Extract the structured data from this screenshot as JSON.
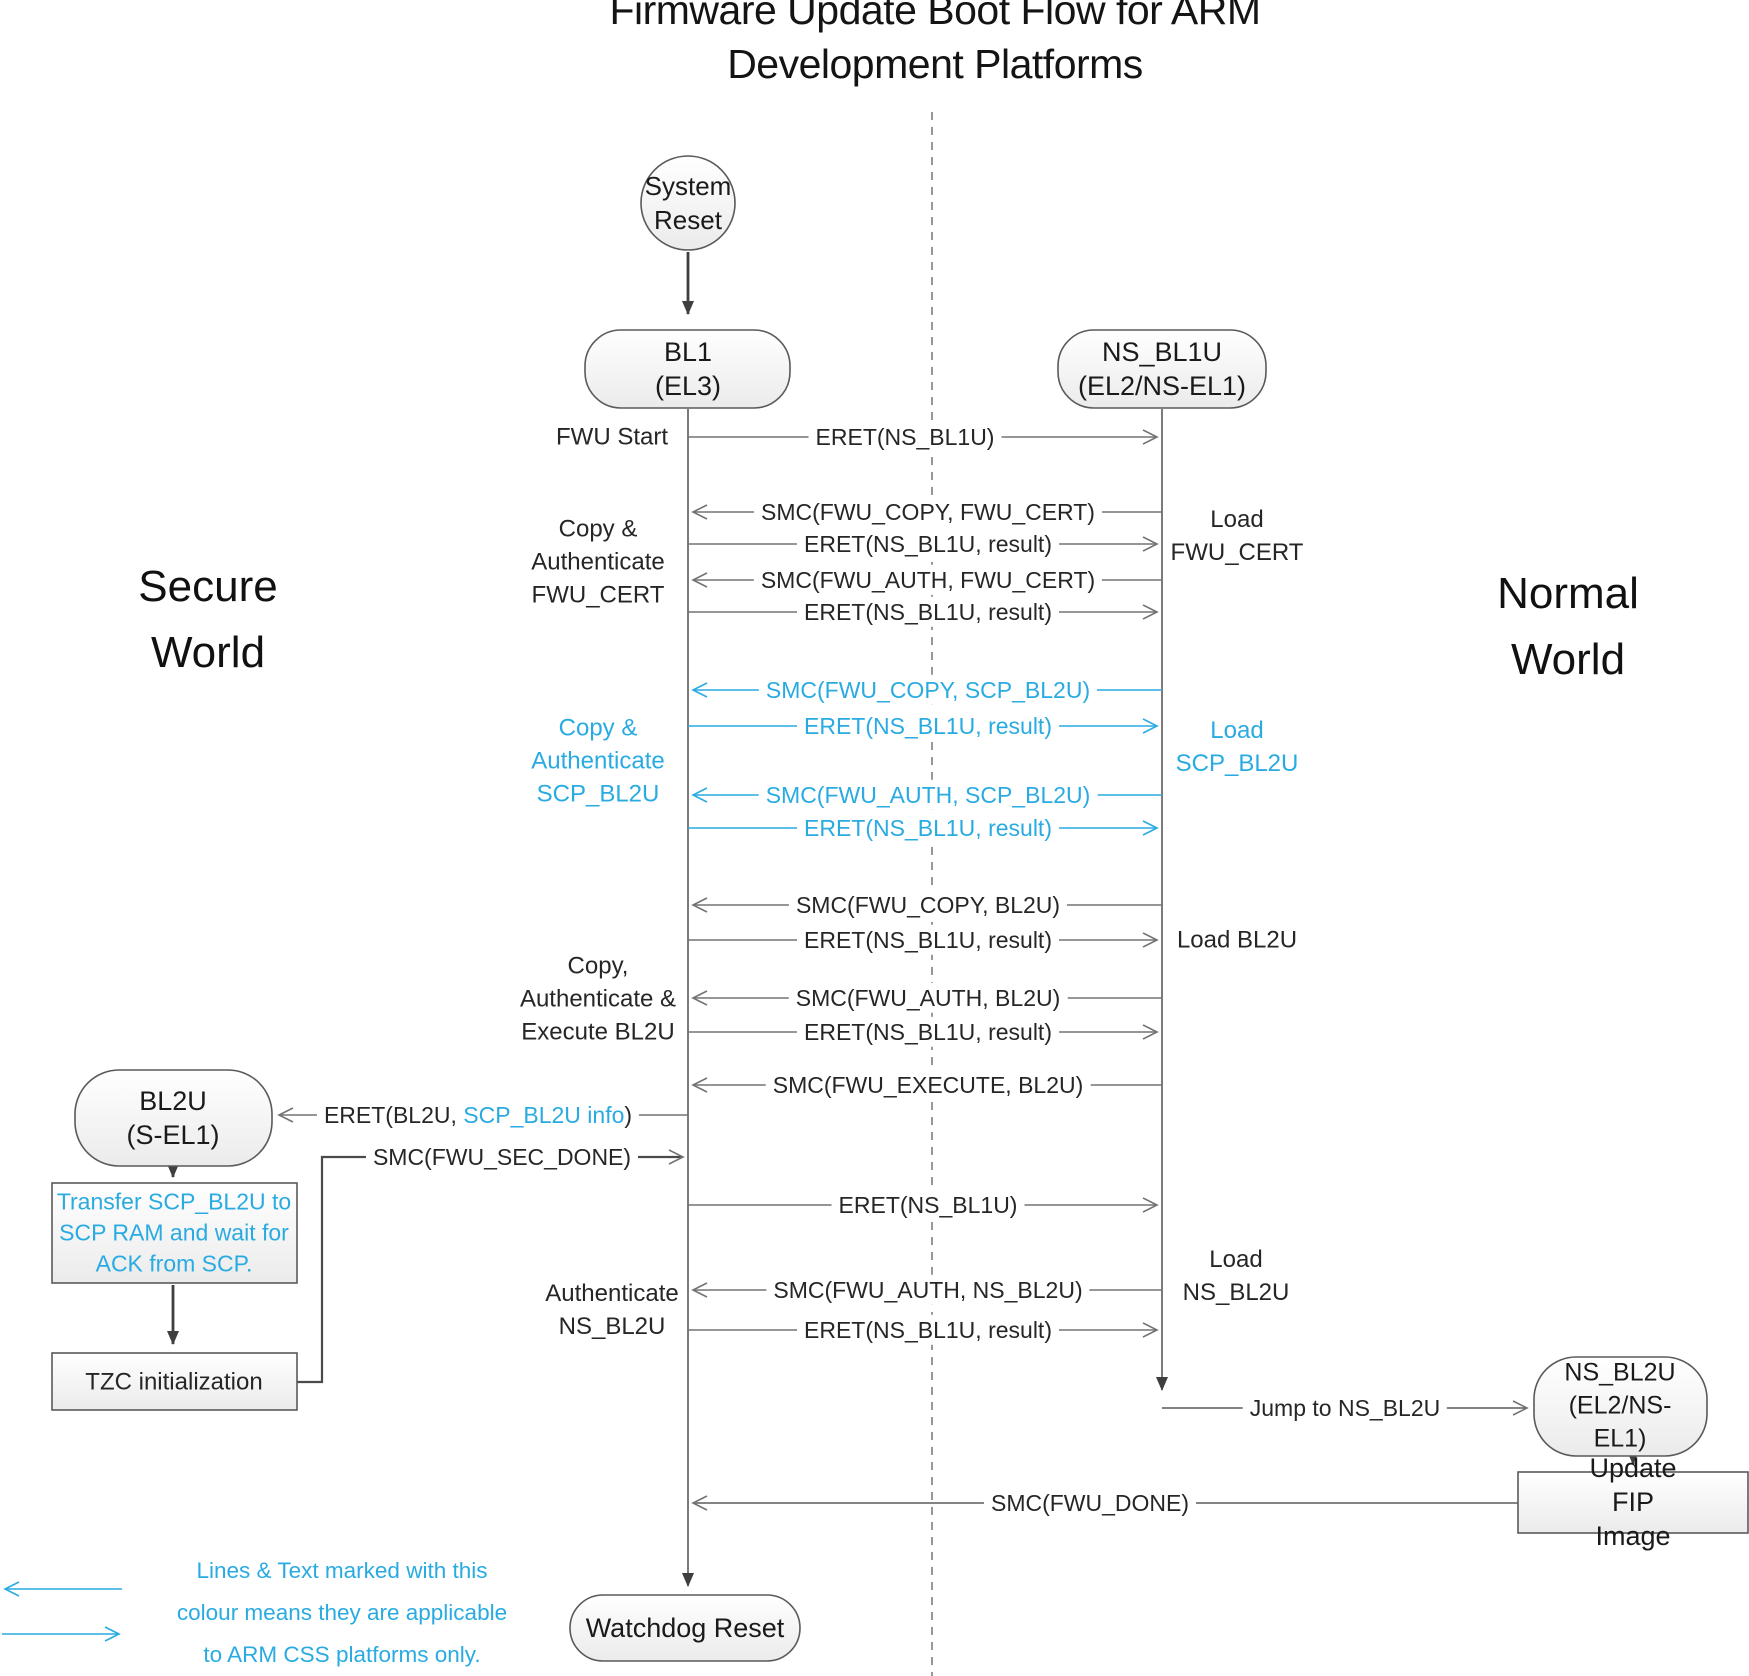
{
  "title": "Firmware Update Boot Flow for ARM Development Platforms",
  "worlds": {
    "secure": "Secure\nWorld",
    "normal": "Normal\nWorld"
  },
  "nodes": {
    "system_reset": "System\nReset",
    "bl1": "BL1\n(EL3)",
    "ns_bl1u": "NS_BL1U\n(EL2/NS-EL1)",
    "bl2u": "BL2U\n(S-EL1)",
    "ns_bl2u": "NS_BL2U\n(EL2/NS-EL1)",
    "transfer_scp": "Transfer SCP_BL2U to\nSCP RAM and wait for\nACK from SCP.",
    "tzc_init": "TZC initialization",
    "update_fip": "Update FIP Image",
    "watchdog_reset": "Watchdog Reset"
  },
  "messages": [
    {
      "label": "ERET(NS_BL1U)"
    },
    {
      "label": "SMC(FWU_COPY, FWU_CERT)"
    },
    {
      "label": "ERET(NS_BL1U, result)"
    },
    {
      "label": "SMC(FWU_AUTH, FWU_CERT)"
    },
    {
      "label": "ERET(NS_BL1U, result)"
    },
    {
      "label": "SMC(FWU_COPY, SCP_BL2U)"
    },
    {
      "label": "ERET(NS_BL1U, result)"
    },
    {
      "label": "SMC(FWU_AUTH, SCP_BL2U)"
    },
    {
      "label": "ERET(NS_BL1U, result)"
    },
    {
      "label": "SMC(FWU_COPY, BL2U)"
    },
    {
      "label": "ERET(NS_BL1U, result)"
    },
    {
      "label": "SMC(FWU_AUTH, BL2U)"
    },
    {
      "label": "ERET(NS_BL1U, result)"
    },
    {
      "label": "SMC(FWU_EXECUTE, BL2U)"
    },
    {
      "label": "ERET(NS_BL1U)"
    },
    {
      "label": "SMC(FWU_AUTH, NS_BL2U)"
    },
    {
      "label": "ERET(NS_BL1U, result)"
    }
  ],
  "special": {
    "eret_bl2u_pre": "ERET(BL2U, ",
    "eret_bl2u_cyan": "SCP_BL2U info",
    "eret_bl2u_post": ")",
    "smc_sec_done": "SMC(FWU_SEC_DONE)",
    "jump_ns_bl2u": "Jump to NS_BL2U",
    "smc_fwu_done": "SMC(FWU_DONE)"
  },
  "side_labels": {
    "fwu_start": "FWU Start",
    "copy_auth_fwu_cert": "Copy &\nAuthenticate\nFWU_CERT",
    "load_fwu_cert": "Load\nFWU_CERT",
    "copy_auth_scp_bl2u": "Copy &\nAuthenticate\nSCP_BL2U",
    "load_scp_bl2u": "Load\nSCP_BL2U",
    "copy_auth_exec_bl2u": "Copy,\nAuthenticate &\nExecute BL2U",
    "load_bl2u": "Load BL2U",
    "auth_ns_bl2u": "Authenticate\nNS_BL2U",
    "load_ns_bl2u": "Load\nNS_BL2U"
  },
  "legend": {
    "note": "Lines & Text marked with this\ncolour means they are applicable\nto ARM CSS platforms only."
  },
  "colors": {
    "accent_cyan": "#29ABE2",
    "sequence_line_gray": "#737373",
    "flow_arrow_dark": "#3f3f3f",
    "box_border_gray": "#5a5a5a"
  }
}
